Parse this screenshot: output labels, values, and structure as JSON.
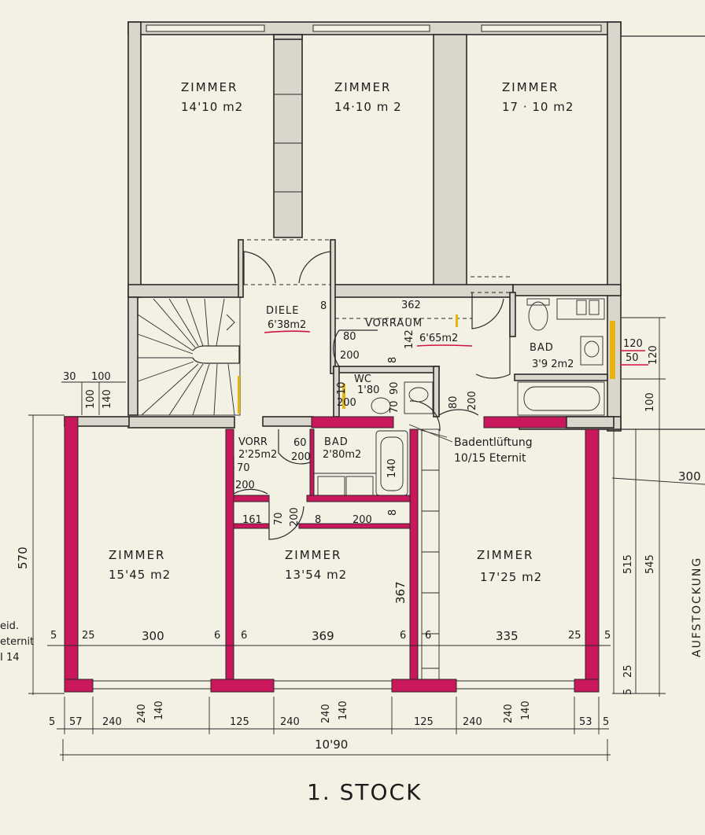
{
  "title": "1. STOCK",
  "rooms": {
    "upper_left": {
      "name": "ZIMMER",
      "area": "14'10 m2"
    },
    "upper_mid": {
      "name": "ZIMMER",
      "area": "14·10 m 2"
    },
    "upper_right": {
      "name": "ZIMMER",
      "area": "17 · 10 m2"
    },
    "diele": {
      "name": "DIELE",
      "area": "6'38m2"
    },
    "vorraum": {
      "name": "VORRAUM",
      "area": "6'65m2"
    },
    "bad_upper": {
      "name": "BAD",
      "area": "3'9 2m2"
    },
    "wc": {
      "name": "WC",
      "area": "1'80"
    },
    "vorr_lower": {
      "name": "VORR",
      "area": "2'25m2"
    },
    "bad_lower": {
      "name": "BAD",
      "area": "2'80m2"
    },
    "lower_left": {
      "name": "ZIMMER",
      "area": "15'45 m2"
    },
    "lower_mid": {
      "name": "ZIMMER",
      "area": "13'54 m2"
    },
    "lower_right": {
      "name": "ZIMMER",
      "area": "17'25 m2"
    }
  },
  "annotations": {
    "badentlueftung_1": "Badentlüftung",
    "badentlueftung_2": "10/15 Eternit",
    "aufstockung": "AUFSTOCKUNG",
    "left_cut_1": "eid.",
    "left_cut_2": "eternit",
    "left_cut_3": "I 14"
  },
  "door_labels": {
    "diele_8": "8",
    "vorraum_362": "362",
    "d80": "80",
    "d200": "200",
    "v142": "142",
    "v8": "8",
    "wc10": "10",
    "wc200": "200",
    "wc90": "90",
    "wc70": "70",
    "bad80": "80",
    "bad200": "200",
    "bad120a": "120",
    "bad120b": "120",
    "bad50": "50",
    "vorr60": "60",
    "vorr200": "200",
    "w70": "70",
    "w200": "200",
    "b140": "140",
    "d161": "161",
    "d70": "70",
    "d200b": "200",
    "d8": "8",
    "d200c": "200",
    "d8b": "8",
    "stair30": "30",
    "stair100": "100",
    "stair100v": "100",
    "stair140v": "140"
  },
  "dimensions": {
    "v570": "570",
    "v367": "367",
    "v515": "515",
    "v545": "545",
    "v100": "100",
    "v25": "25",
    "v5": "5",
    "h300top": "300",
    "row_mid": [
      "5",
      "25",
      "300",
      "6",
      "6",
      "369",
      "6",
      "6",
      "335",
      "25",
      "5"
    ],
    "bottom": [
      "5",
      "57",
      "240",
      "240",
      "140",
      "125",
      "240",
      "240",
      "140",
      "125",
      "240",
      "240",
      "140",
      "53",
      "5"
    ],
    "total": "10'90"
  }
}
